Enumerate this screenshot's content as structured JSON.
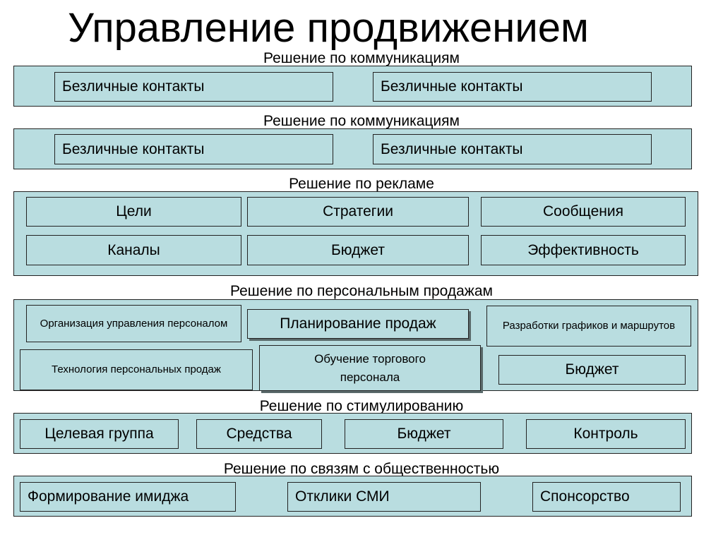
{
  "title": "Управление продвижением",
  "sections": [
    {
      "label": "Решение по коммуникациям",
      "items": [
        "Безличные контакты",
        "Безличные контакты"
      ]
    },
    {
      "label": "Решение по коммуникациям",
      "items": [
        "Безличные контакты",
        "Безличные контакты"
      ]
    },
    {
      "label": "Решение по рекламе",
      "items": [
        "Цели",
        "Стратегии",
        "Сообщения",
        "Каналы",
        "Бюджет",
        "Эффективность"
      ]
    },
    {
      "label": "Решение по персональным продажам",
      "items": [
        "Организация управления персоналом",
        "Планирование продаж",
        "Разработки графиков и маршрутов",
        "Технология персональных продаж",
        "Обучение торгового персонала",
        "Бюджет"
      ]
    },
    {
      "label": "Решение по стимулированию",
      "items": [
        "Целевая группа",
        "Средства",
        "Бюджет",
        "Контроль"
      ]
    },
    {
      "label": "Решение по связям с общественностью",
      "items": [
        "Формирование имиджа",
        "Отклики СМИ",
        "Спонсорство"
      ]
    }
  ]
}
